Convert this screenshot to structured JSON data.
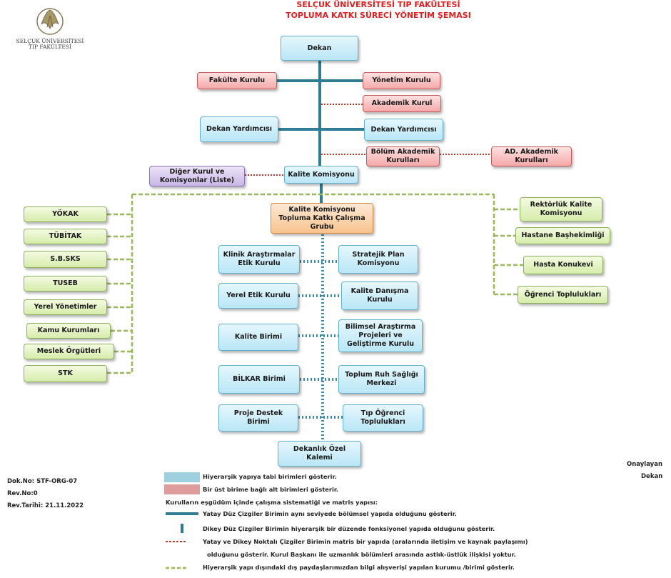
{
  "header": {
    "title_line1": "SELÇUK ÜNİVERSİTESİ TIP FAKÜLTESİ",
    "title_line2": "TOPLUMA KATKI SÜRECİ YÖNETİM ŞEMASI",
    "logo_line1": "SELÇUK ÜNİVERSİTESİ",
    "logo_line2": "TIP FAKÜLTESİ"
  },
  "boxes": {
    "dekan": "Dekan",
    "fakulte_kurulu": "Fakülte Kurulu",
    "yonetim_kurulu": "Yönetim Kurulu",
    "akademik_kurul": "Akademik Kurul",
    "dekan_yrd_left": "Dekan Yardımcısı",
    "dekan_yrd_right": "Dekan Yardımcısı",
    "bolum_akademik": "Bölüm Akademik\nKurulları",
    "ad_akademik": "AD. Akademik\nKurulları",
    "kalite_komisyonu": "Kalite Komisyonu",
    "diger_kurul": "Diğer Kurul ve\nKomisyonlar (Liste)",
    "kalite_grubu": "Kalite Komisyonu\nTopluma Katkı Çalışma\nGrubu",
    "yokak": "YÖKAK",
    "tubitak": "TÜBİTAK",
    "sbsks": "S.B.SKS",
    "tuseb": "TUSEB",
    "yerel_yonetimler": "Yerel Yönetimler",
    "kamu_kurumlari": "Kamu Kurumları",
    "meslek_orgutleri": "Meslek Örgütleri",
    "stk": "STK",
    "rektorluk_kalite": "Rektörlük Kalite\nKomisyonu",
    "hastane_bashekimligi": "Hastane Başhekimliği",
    "hasta_konukevi": "Hasta Konukevi",
    "ogrenci_topluluklari": "Öğrenci Toplulukları",
    "klinik_etik": "Klinik Araştırmalar\nEtik Kurulu",
    "stratejik_plan": "Stratejik Plan\nKomisyonu",
    "yerel_etik": "Yerel Etik Kurulu",
    "kalite_danisma": "Kalite Danışma\nKurulu",
    "kalite_birimi": "Kalite Birimi",
    "bilimsel_arastirma": "Bilimsel Araştırma\nProjeleri  ve\nGeliştirme Kurulu",
    "bilkar": "BİLKAR Birimi",
    "toplum_ruh": "Toplum Ruh Sağlığı\nMerkezi",
    "proje_destek": "Proje Destek   Birimi",
    "tip_ogrenci": "Tıp Öğrenci\nToplulukları",
    "dekanlik_ozel": "Dekanlık Özel Kalemi"
  },
  "footer": {
    "dok_no": "Dok.No: STF-ORG-07",
    "rev_no": "Rev.No:0",
    "rev_tarihi": "Rev.Tarihi: 21.11.2022",
    "onaylayan": "Onaylayan",
    "dekan": "Dekan"
  },
  "legend": {
    "blue_box": "Hiyerarşik yapıya  tabi birimleri gösterir.",
    "red_box": "Bir üst birime bağlı alt birimleri gösterir.",
    "intro": "Kurulların eşgüdüm içinde çalışma sistematiği ve matris yapısı:",
    "horizontal_line": "Yatay Düz Çizgiler Birimin aynı seviyede bölümsel yapıda olduğunu gösterir.",
    "vertical_line": "Dikey Düz Çizgiler Birimin hiyerarşik bir düzende fonksiyonel yapıda olduğunu gösterir.",
    "red_dotted_1": "Yatay ve Dikey Noktalı Çizgiler Birimin matris bir yapıda (aralarında iletişim ve kaynak paylaşımı)",
    "red_dotted_2": "olduğunu gösterir. Kurul Başkanı ile uzmanlık bölümleri arasında astlık-üstlük ilişkisi yoktur.",
    "green_dashed": "Hiyerarşik yapı dışındaki dış paydaşlarımızdan bilgi alışverişi yapılan kurumu /birimi gösterir."
  },
  "colors": {
    "hierarchy_line": "#2e7d95",
    "red_dotted": "#c0392b",
    "green_dashed": "#9ab85a",
    "blue_dotted": "#3d8aa8",
    "title": "#e02020"
  }
}
